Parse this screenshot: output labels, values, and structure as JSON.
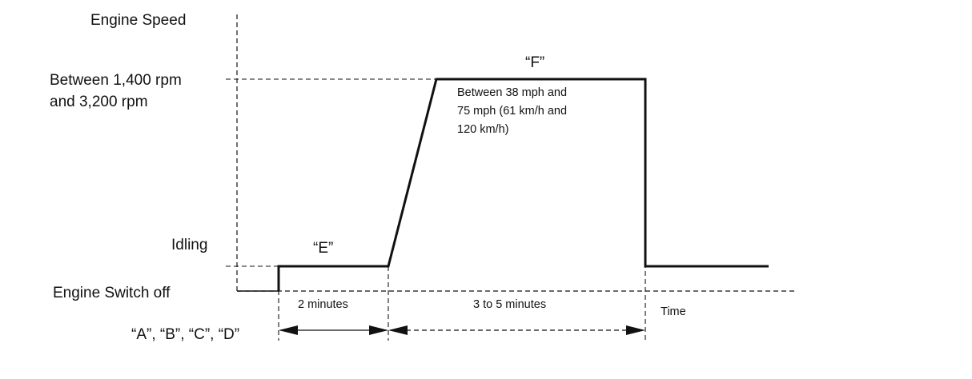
{
  "y_axis": {
    "title": "Engine Speed",
    "level_high_line1": "Between 1,400 rpm",
    "level_high_line2": "and 3,200 rpm",
    "level_idle": "Idling",
    "level_off": "Engine Switch off"
  },
  "x_axis": {
    "title": "Time"
  },
  "phases": {
    "e_label": "“E”",
    "f_label": "“F”",
    "f_note_line1": "Between 38 mph and",
    "f_note_line2": "75 mph (61 km/h and",
    "f_note_line3": "120 km/h)"
  },
  "durations": {
    "first": "2 minutes",
    "second": "3 to 5 minutes"
  },
  "start_label": "“A”, “B”, “C”, “D”",
  "colors": {
    "ink": "#111111",
    "background": "#ffffff"
  }
}
